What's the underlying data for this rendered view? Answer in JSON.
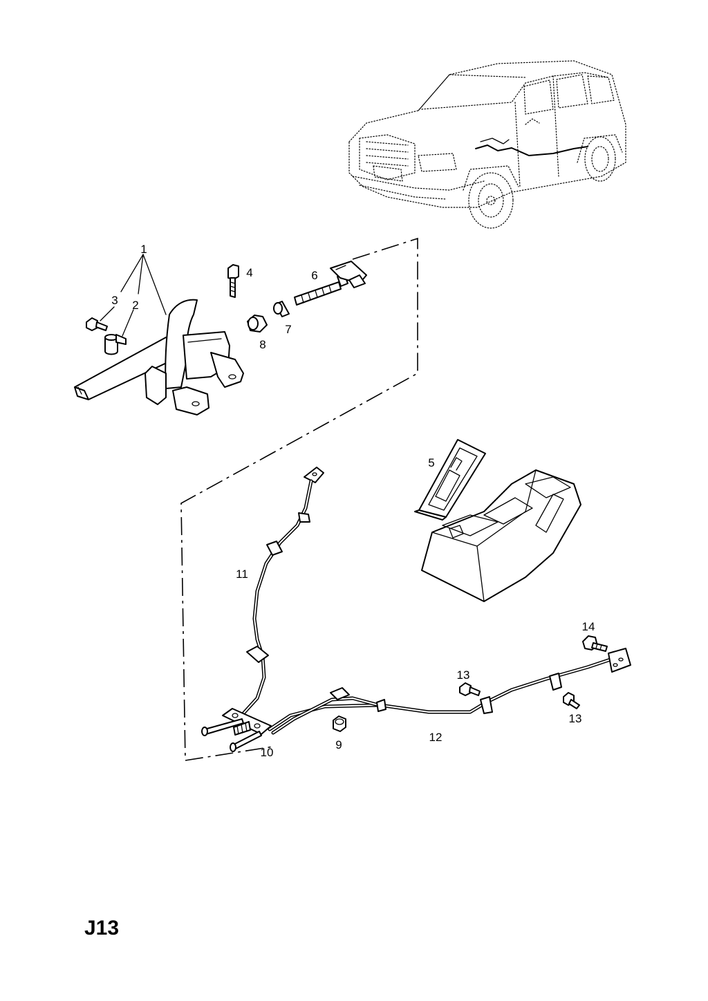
{
  "diagram": {
    "code": "J13",
    "callouts": [
      {
        "id": "c1",
        "text": "1"
      },
      {
        "id": "c2",
        "text": "2"
      },
      {
        "id": "c3",
        "text": "3"
      },
      {
        "id": "c4",
        "text": "4"
      },
      {
        "id": "c5",
        "text": "5"
      },
      {
        "id": "c6",
        "text": "6"
      },
      {
        "id": "c7",
        "text": "7"
      },
      {
        "id": "c8",
        "text": "8"
      },
      {
        "id": "c9",
        "text": "9"
      },
      {
        "id": "c10",
        "text": "10"
      },
      {
        "id": "c11",
        "text": "11"
      },
      {
        "id": "c12",
        "text": "12"
      },
      {
        "id": "c13a",
        "text": "13"
      },
      {
        "id": "c13b",
        "text": "13"
      },
      {
        "id": "c14",
        "text": "14"
      }
    ]
  }
}
